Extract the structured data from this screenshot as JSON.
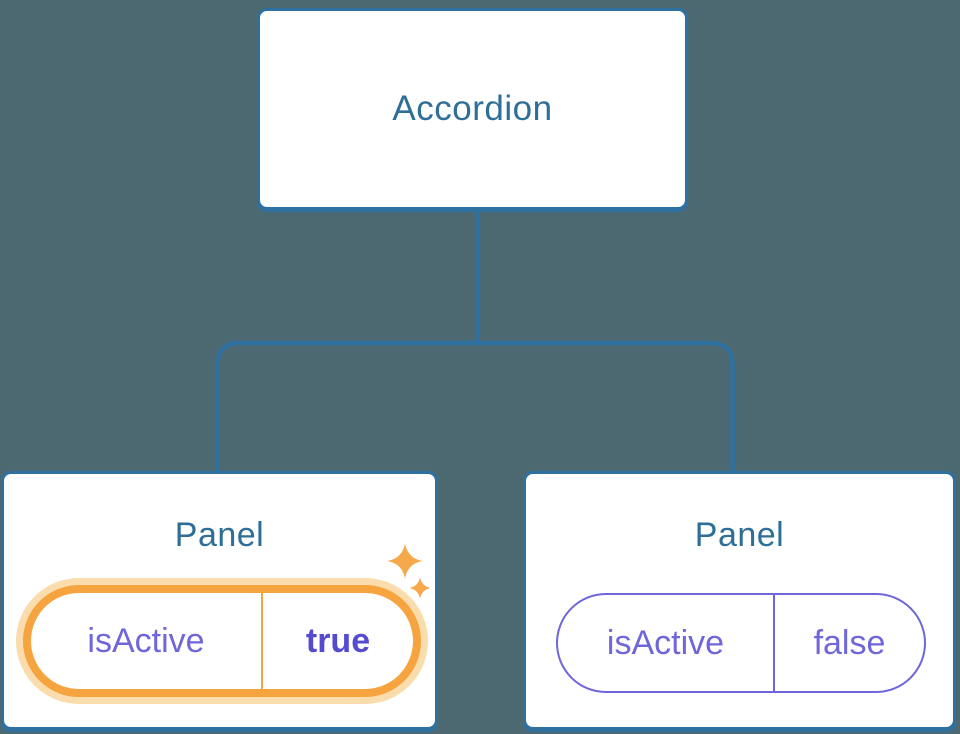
{
  "diagram_type": "react-component-tree-with-state",
  "colors": {
    "background": "#4C6971",
    "box_fill": "#FFFFFF",
    "box_border": "#2E71A1",
    "box_text": "#2F6E96",
    "purple": "#6E66DA",
    "purple_bold": "#554BD1",
    "orange": "#F5A43F",
    "orange_glow": "#FBDCAD"
  },
  "tree": {
    "root": {
      "label": "Accordion"
    },
    "children": [
      {
        "label": "Panel",
        "state": {
          "key": "isActive",
          "value": "true",
          "highlighted": true,
          "icon": "sparkles"
        }
      },
      {
        "label": "Panel",
        "state": {
          "key": "isActive",
          "value": "false",
          "highlighted": false
        }
      }
    ]
  }
}
